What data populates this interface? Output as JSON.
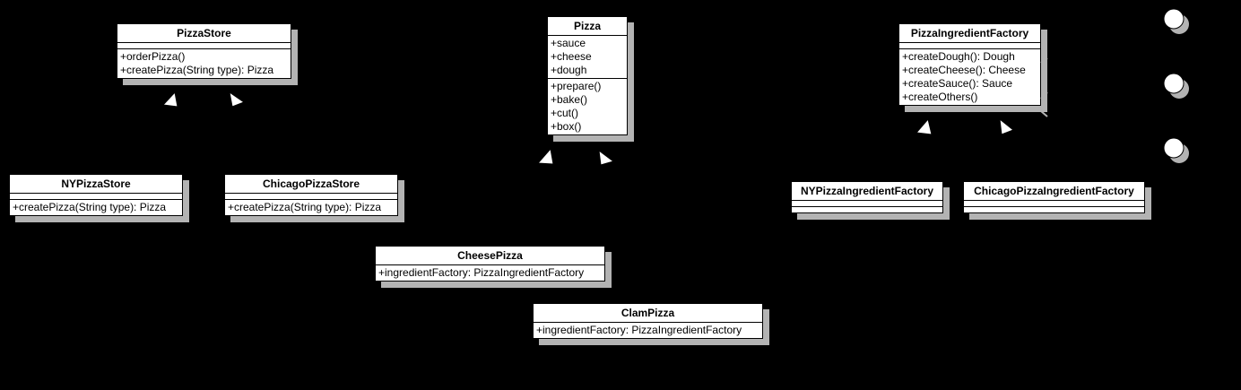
{
  "classes": {
    "pizza_store": {
      "name": "PizzaStore",
      "methods": [
        "+orderPizza()",
        "+createPizza(String type): Pizza"
      ]
    },
    "ny_pizza_store": {
      "name": "NYPizzaStore",
      "methods": [
        "+createPizza(String type): Pizza"
      ]
    },
    "chicago_pizza_store": {
      "name": "ChicagoPizzaStore",
      "methods": [
        "+createPizza(String type): Pizza"
      ]
    },
    "pizza": {
      "name": "Pizza",
      "attributes": [
        "+sauce",
        "+cheese",
        "+dough"
      ],
      "methods": [
        "+prepare()",
        "+bake()",
        "+cut()",
        "+box()"
      ]
    },
    "cheese_pizza": {
      "name": "CheesePizza",
      "attributes": [
        "+ingredientFactory: PizzaIngredientFactory"
      ]
    },
    "clam_pizza": {
      "name": "ClamPizza",
      "attributes": [
        "+ingredientFactory: PizzaIngredientFactory"
      ]
    },
    "pizza_ingredient_factory": {
      "name": "PizzaIngredientFactory",
      "methods": [
        "+createDough(): Dough",
        "+createCheese(): Cheese",
        "+createSauce(): Sauce",
        "+createOthers()"
      ]
    },
    "ny_pizza_ingredient_factory": {
      "name": "NYPizzaIngredientFactory"
    },
    "chicago_pizza_ingredient_factory": {
      "name": "ChicagoPizzaIngredientFactory"
    }
  },
  "colors": {
    "background": "#000000",
    "box_fill": "#ffffff",
    "shadow": "#b3b3b3",
    "stroke": "#000000"
  }
}
